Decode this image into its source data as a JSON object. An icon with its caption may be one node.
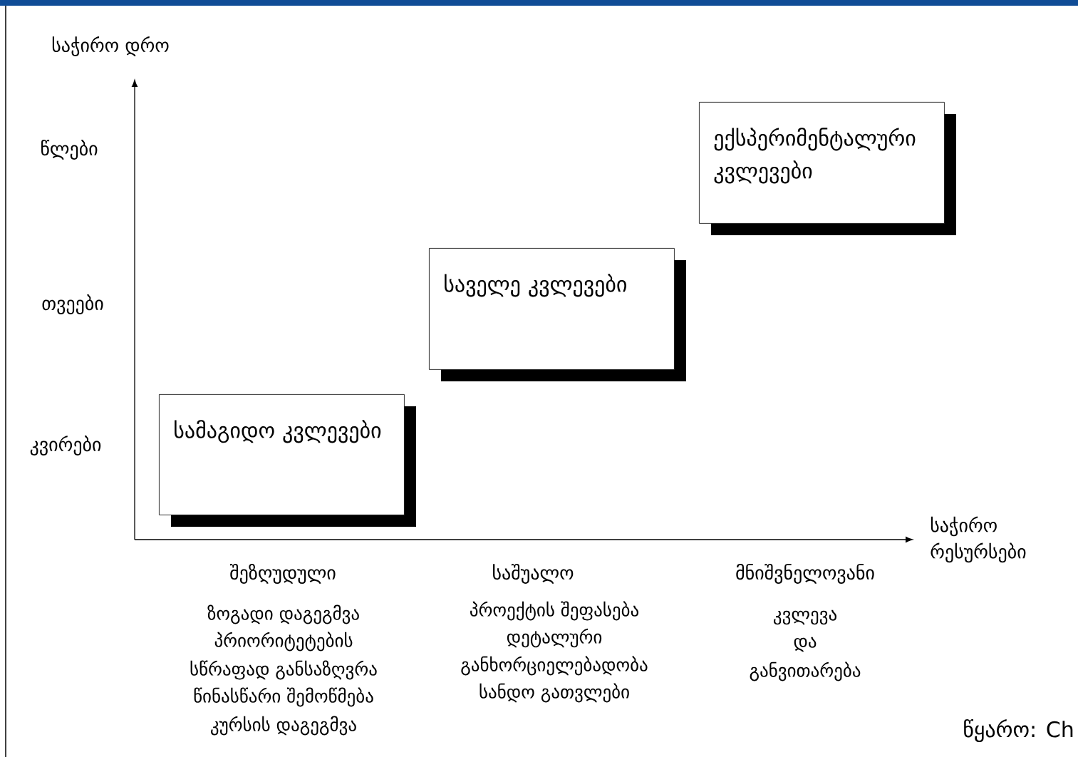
{
  "diagram": {
    "nodes": [
      {
        "text": [
          "სამაგიდო კვლევები"
        ]
      },
      {
        "text": [
          "საველე კვლევები"
        ]
      },
      {
        "text": [
          "ექსპერიმენტალური კვლევები"
        ]
      }
    ],
    "edges": [],
    "labels": [
      "საჭირო დრო",
      "წლები",
      "თვეები",
      "კვირები",
      "საჭირო რესურსები",
      "შეზღუდული",
      "საშუალო",
      "მნიშვნელოვანი",
      "ზოგადი დაგეგმვა",
      "პრიორიტეტების",
      "სწრაფად განსაზღვრა",
      "წინასწარი შემოწმება",
      "კურსის დაგეგმვა",
      "პროექტის შეფასება",
      "დეტალური",
      "განხორციელებადობა",
      "სანდო გათვლები",
      "კვლევა",
      "და",
      "განვითარება",
      "წყარო: Ch"
    ]
  }
}
